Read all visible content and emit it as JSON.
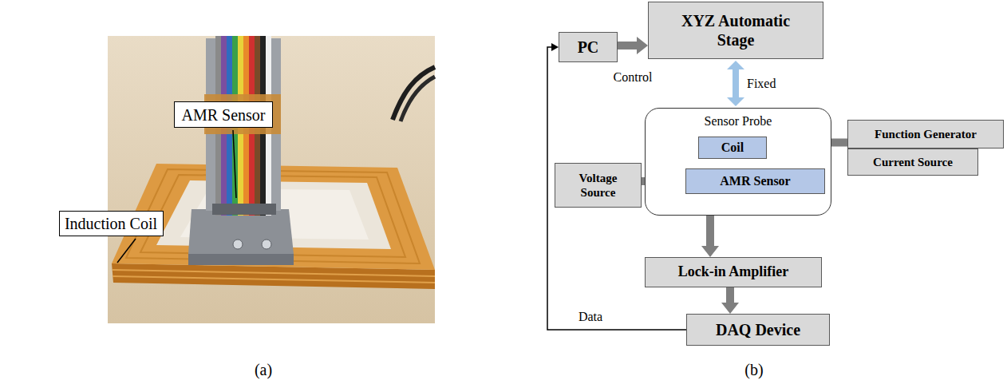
{
  "diagram": {
    "nodes": [
      {
        "text": [
          "AMR Sensor"
        ]
      },
      {
        "text": [
          "Induction Coil"
        ]
      },
      {
        "text": [
          "PC"
        ]
      },
      {
        "text": [
          "XYZ Automatic Stage"
        ]
      },
      {
        "text": [
          "Sensor Probe"
        ]
      },
      {
        "text": [
          "Coil"
        ],
        "in": 4
      },
      {
        "text": [
          "AMR Sensor"
        ],
        "in": 4
      },
      {
        "text": [
          "Function Generator"
        ]
      },
      {
        "text": [
          "Current Source"
        ]
      },
      {
        "text": [
          "Voltage Source"
        ]
      },
      {
        "text": [
          "Lock-in Amplifier"
        ]
      },
      {
        "text": [
          "DAQ Device"
        ]
      }
    ],
    "edges": [
      {
        "from": 2,
        "to": 3,
        "arrow": "to",
        "label": "Control"
      },
      {
        "from": 3,
        "to": 4,
        "arrow": "both",
        "label": "Fixed"
      },
      {
        "from": 7,
        "to": 5,
        "arrow": "to"
      },
      {
        "from": 9,
        "to": 6,
        "arrow": "to"
      },
      {
        "from": 4,
        "to": 10,
        "arrow": "to"
      },
      {
        "from": 10,
        "to": 11,
        "arrow": "to"
      },
      {
        "from": 11,
        "to": 2,
        "arrow": "to",
        "label": "Data"
      }
    ],
    "labels": [
      "(a)",
      "(b)"
    ]
  }
}
